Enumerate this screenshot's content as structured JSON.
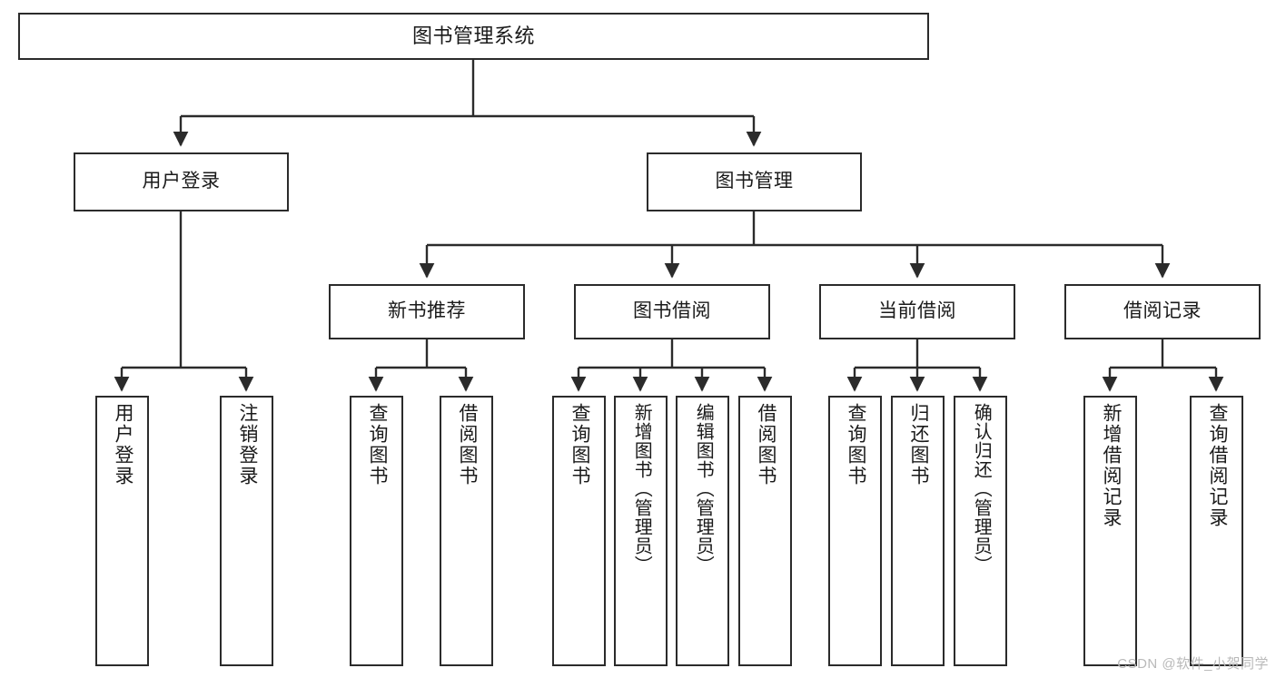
{
  "diagram": {
    "title": "图书管理系统",
    "type": "tree-hierarchy",
    "watermark": "CSDN @软件_小贺同学",
    "stroke_color": "#2b2b2b",
    "fill_color": "#ffffff",
    "text_color": "#1a1a1a"
  },
  "nodes": {
    "root": {
      "label": "图书管理系统"
    },
    "level2": [
      {
        "label": "用户登录"
      },
      {
        "label": "图书管理"
      }
    ],
    "level3": [
      {
        "label": "新书推荐"
      },
      {
        "label": "图书借阅"
      },
      {
        "label": "当前借阅"
      },
      {
        "label": "借阅记录"
      }
    ],
    "leaves": {
      "user_login": [
        {
          "label": "用户登录"
        },
        {
          "label": "注销登录"
        }
      ],
      "new_book": [
        {
          "label": "查询图书"
        },
        {
          "label": "借阅图书"
        }
      ],
      "book_borrow": [
        {
          "label": "查询图书"
        },
        {
          "label": "新增图书（管理员）"
        },
        {
          "label": "编辑图书（管理员）"
        },
        {
          "label": "借阅图书"
        }
      ],
      "current_borrow": [
        {
          "label": "查询图书"
        },
        {
          "label": "归还图书"
        },
        {
          "label": "确认归还（管理员）"
        }
      ],
      "borrow_record": [
        {
          "label": "新增借阅记录"
        },
        {
          "label": "查询借阅记录"
        }
      ]
    }
  }
}
